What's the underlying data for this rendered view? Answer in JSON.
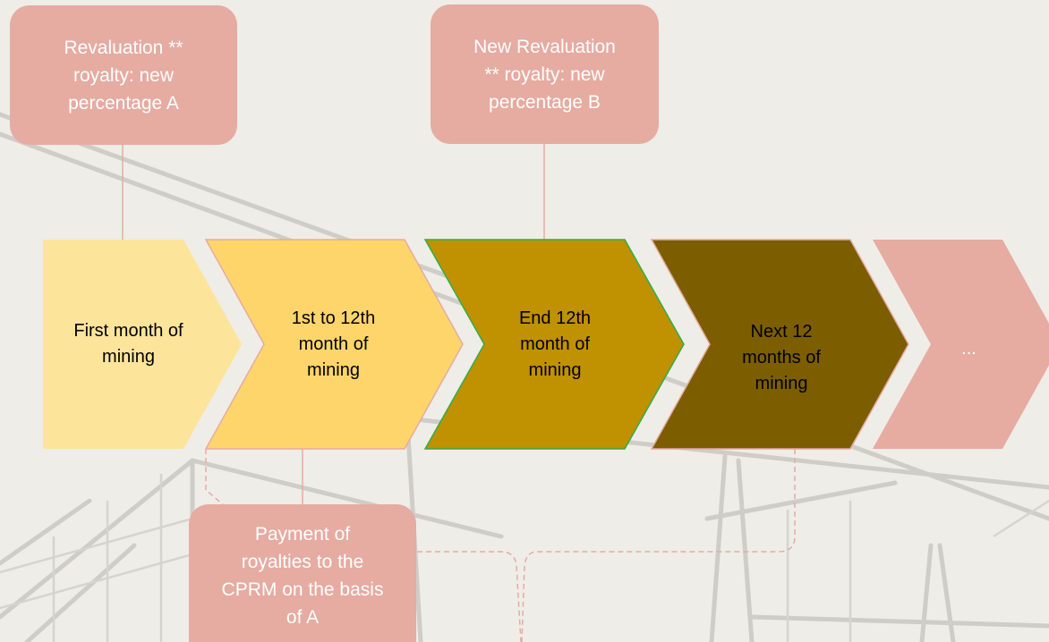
{
  "diagram": {
    "top_callouts": [
      {
        "id": "revaluation-a",
        "text": "Revaluation **\nroyalty: new\npercentage A"
      },
      {
        "id": "revaluation-b",
        "text": "New Revaluation\n** royalty: new\npercentage B"
      }
    ],
    "steps": [
      {
        "label": "First month of\nmining",
        "fill": "#fde49b"
      },
      {
        "label": "1st to 12th\nmonth of\nmining",
        "fill": "#fdd56b"
      },
      {
        "label": "End 12th\nmonth of\nmining",
        "fill": "#c09100"
      },
      {
        "label": "Next 12\nmonths of\nmining",
        "fill": "#7c5e00"
      },
      {
        "label": "...",
        "fill": "#e6aba1"
      }
    ],
    "bottom_callout": {
      "text": "Payment of\nroyalties to the\nCPRM on the basis\nof A"
    }
  },
  "colors": {
    "background": "#efede8",
    "callout": "#e6aba1",
    "connector": "#e6aba1",
    "text_light": "#ffffff",
    "text_dark": "#000000",
    "step3_border": "#2fae4a"
  }
}
